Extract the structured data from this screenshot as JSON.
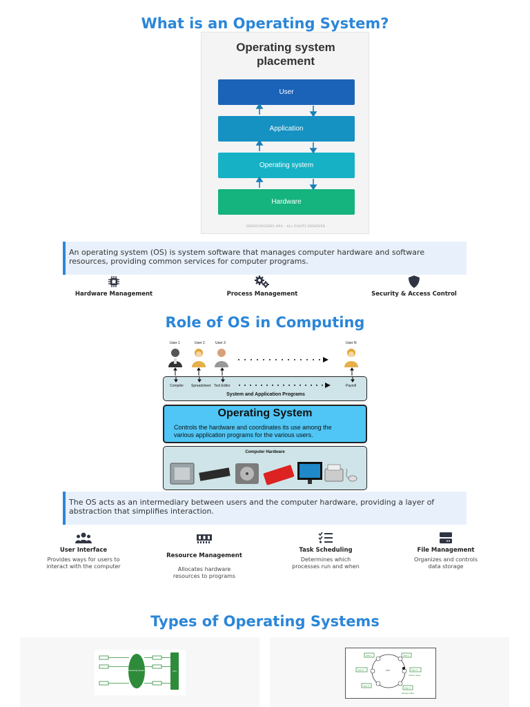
{
  "section1": {
    "title": "What is an Operating System?",
    "figure": {
      "title_line1": "Operating system",
      "title_line2": "placement",
      "layers": [
        "User",
        "Application",
        "Operating system",
        "Hardware"
      ],
      "layer_colors": [
        "#1b63b8",
        "#1591c2",
        "#16b1c4",
        "#15b37e"
      ],
      "footer": "GEEKSFORGEEKS.ORG - ALL RIGHTS RESERVED"
    },
    "description": "An operating system (OS) is system software that manages computer hardware and software resources, providing common services for computer programs.",
    "features": [
      {
        "icon": "chip-icon",
        "title": "Hardware Management"
      },
      {
        "icon": "gears-icon",
        "title": "Process Management"
      },
      {
        "icon": "shield-icon",
        "title": "Security & Access Control"
      }
    ]
  },
  "section2": {
    "title": "Role of OS in Computing",
    "figure": {
      "users": [
        "User 1",
        "User 2",
        "User 3",
        "User N"
      ],
      "programs": [
        "Compiler",
        "Spreadsheet",
        "Text Editor",
        "Payroll"
      ],
      "programs_label": "System and Application Programs",
      "os_title": "Operating System",
      "os_desc_line1": "Controls the hardware and coordinates its use among the",
      "os_desc_line2": "various application programs for the various users.",
      "hardware_label": "Computer Hardware"
    },
    "description": "The OS acts as an intermediary between users and the computer hardware, providing a layer of abstraction that simplifies interaction.",
    "features": [
      {
        "icon": "users-icon",
        "title": "User Interface",
        "desc": "Provides ways for users to interact with the computer"
      },
      {
        "icon": "memory-icon",
        "title": "Resource Management",
        "desc": "Allocates hardware resources to programs"
      },
      {
        "icon": "tasks-icon",
        "title": "Task Scheduling",
        "desc": "Determines which processes run and when"
      },
      {
        "icon": "server-icon",
        "title": "File Management",
        "desc": "Organizes and controls data storage"
      }
    ]
  },
  "section3": {
    "title": "Types of Operating Systems",
    "card1": {
      "diagram_labels": [
        "Operating System",
        "CPU"
      ]
    },
    "card2": {
      "diagram_labels": [
        "User 1",
        "User 2",
        "User 3",
        "User 4",
        "User 5",
        "User 6",
        "CPU",
        "(Active state)",
        "(Ready state)"
      ]
    }
  },
  "colors": {
    "accent": "#2b86d8",
    "callout_bg": "#e8f1fb",
    "os_box": "#4fc6f5"
  }
}
